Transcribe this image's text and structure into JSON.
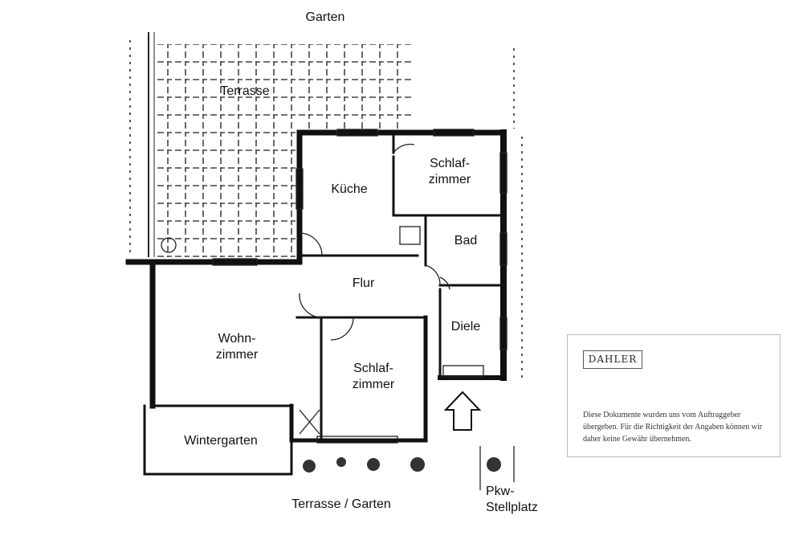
{
  "rooms": {
    "garten": "Garten",
    "terrasse_top": "Terrasse",
    "kueche": "Küche",
    "schlafzimmer_1": "Schlaf-\nzimmer",
    "bad": "Bad",
    "flur": "Flur",
    "diele": "Diele",
    "wohnzimmer": "Wohn-\nzimmer",
    "schlafzimmer_2": "Schlaf-\nzimmer",
    "wintergarten": "Wintergarten",
    "terrasse_garten": "Terrasse / Garten",
    "stellplatz": "Pkw-\nStellplatz"
  },
  "note": {
    "logo": "DAHLER",
    "disclaimer": "Diese Dokumente wurden uns vom Auftraggeber übergeben. Für die Richtigkeit der Angaben können wir daher keine Gewähr übernehmen."
  }
}
